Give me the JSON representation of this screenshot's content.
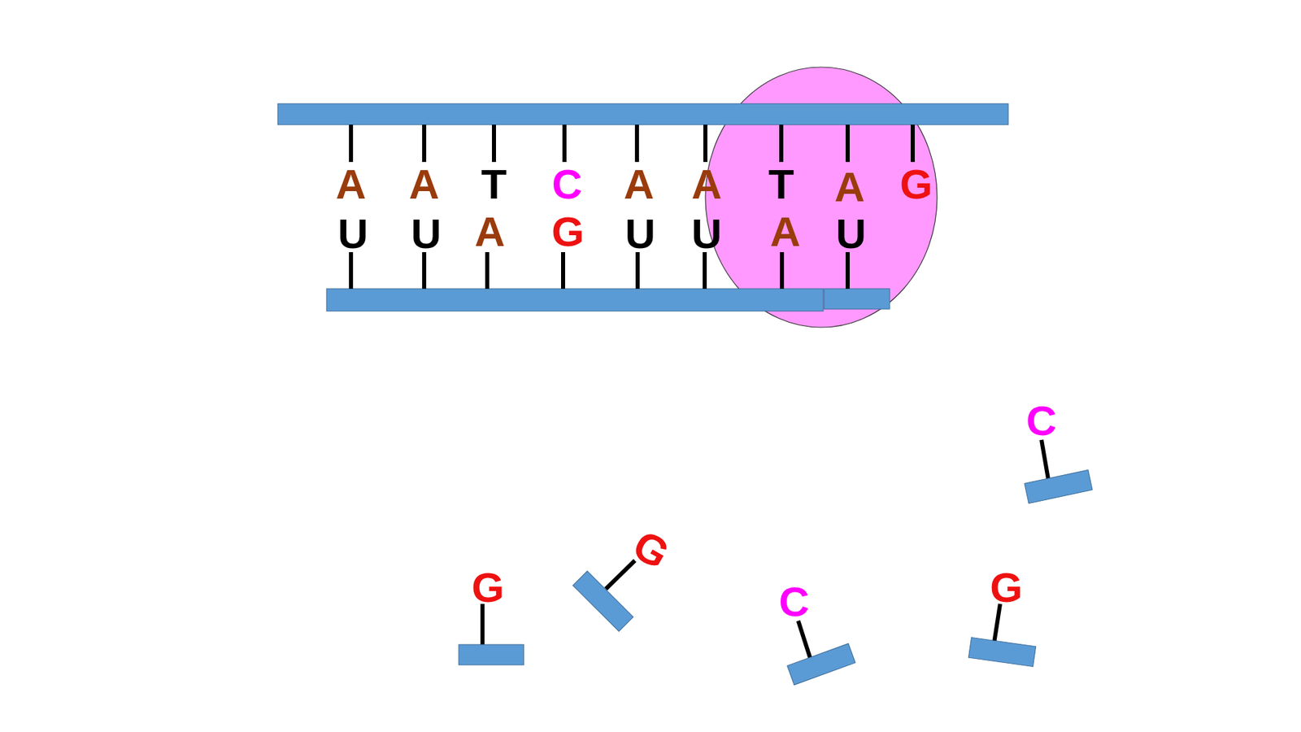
{
  "diagram": {
    "labels": [
      "A",
      "A",
      "T",
      "C",
      "A",
      "A",
      "T",
      "A",
      "G",
      "U",
      "U",
      "A",
      "G",
      "U",
      "U",
      "A",
      "U",
      "C",
      "G",
      "G",
      "C",
      "G"
    ]
  }
}
